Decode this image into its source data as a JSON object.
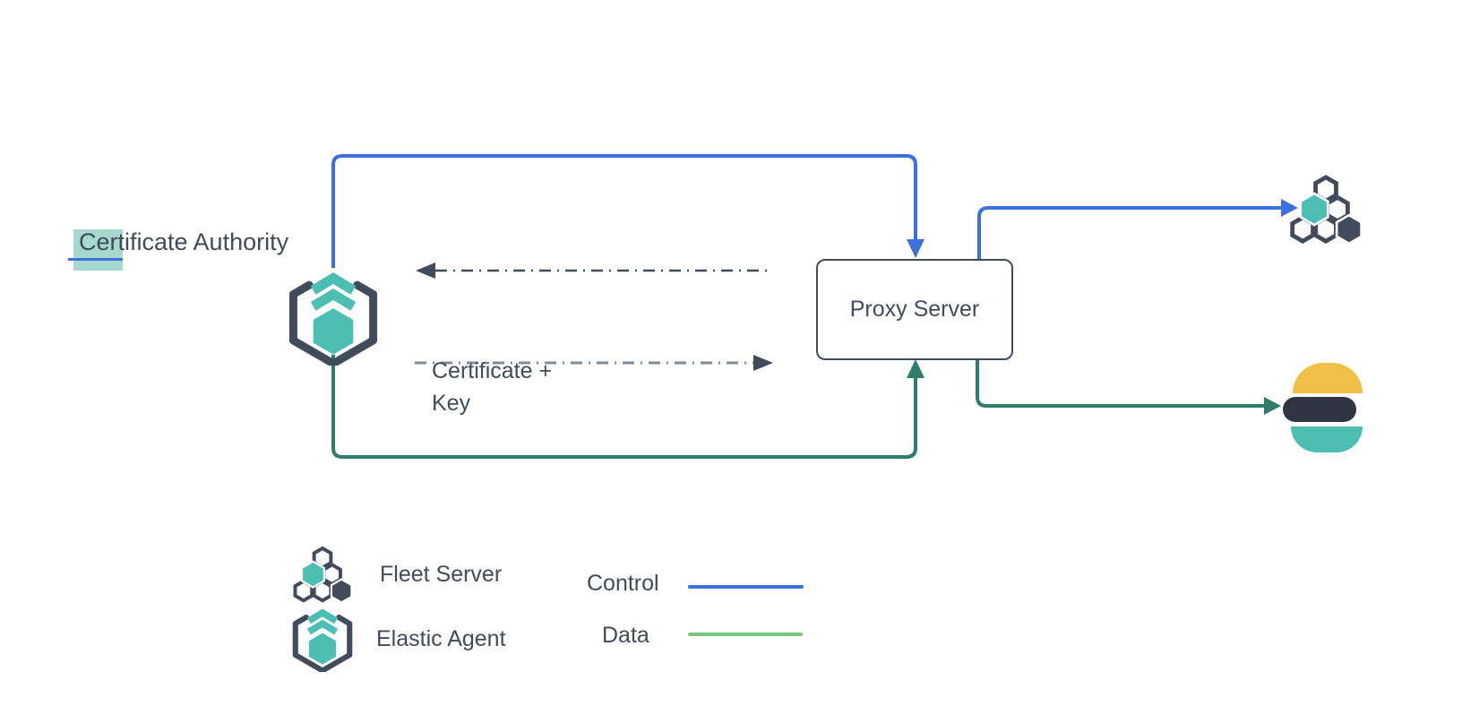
{
  "nodes": {
    "certificate_authority": "Certificate Authority",
    "proxy_server": "Proxy Server"
  },
  "annotations": {
    "certificate_key_line1": "Certificate +",
    "certificate_key_line2": "Key"
  },
  "legend": {
    "fleet_server_label": "Fleet Server",
    "elastic_agent_label": "Elastic Agent",
    "control_label": "Control",
    "data_label": "Data"
  },
  "icons": {
    "elastic_agent": "elastic-agent-icon (hexagon outline with teal chevrons and teal hexagon)",
    "fleet_server": "fleet-server-icon (cluster of six hexagons, one teal, one dark)",
    "elasticsearch": "elasticsearch-icon (yellow dome, dark bar, teal bowl)"
  },
  "colors": {
    "control_blue": "#3D6FDD",
    "data_green": "#2E7D6B",
    "legend_data_green": "#7AC47C",
    "outline_slate": "#414B5A",
    "dash_gray": "#818B96",
    "elastic_teal": "#4DBFB2",
    "elastic_dark": "#2F3542",
    "elastic_yellow": "#F0BF45",
    "selection_highlight": "#A5D8CF",
    "white": "#FFFFFF"
  }
}
